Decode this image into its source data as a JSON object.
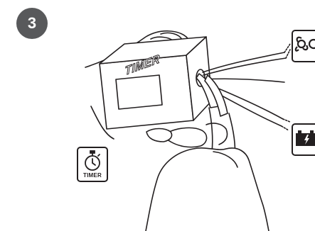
{
  "step": {
    "number": "3"
  },
  "illustration": {
    "box_label": "TIMER",
    "timer_icon_label": "TIMER"
  },
  "icons": {
    "timer": "stopwatch-icon",
    "fan": "fan-icon",
    "battery": "battery-icon"
  },
  "colors": {
    "badge": "#58595b",
    "line": "#231f20"
  }
}
